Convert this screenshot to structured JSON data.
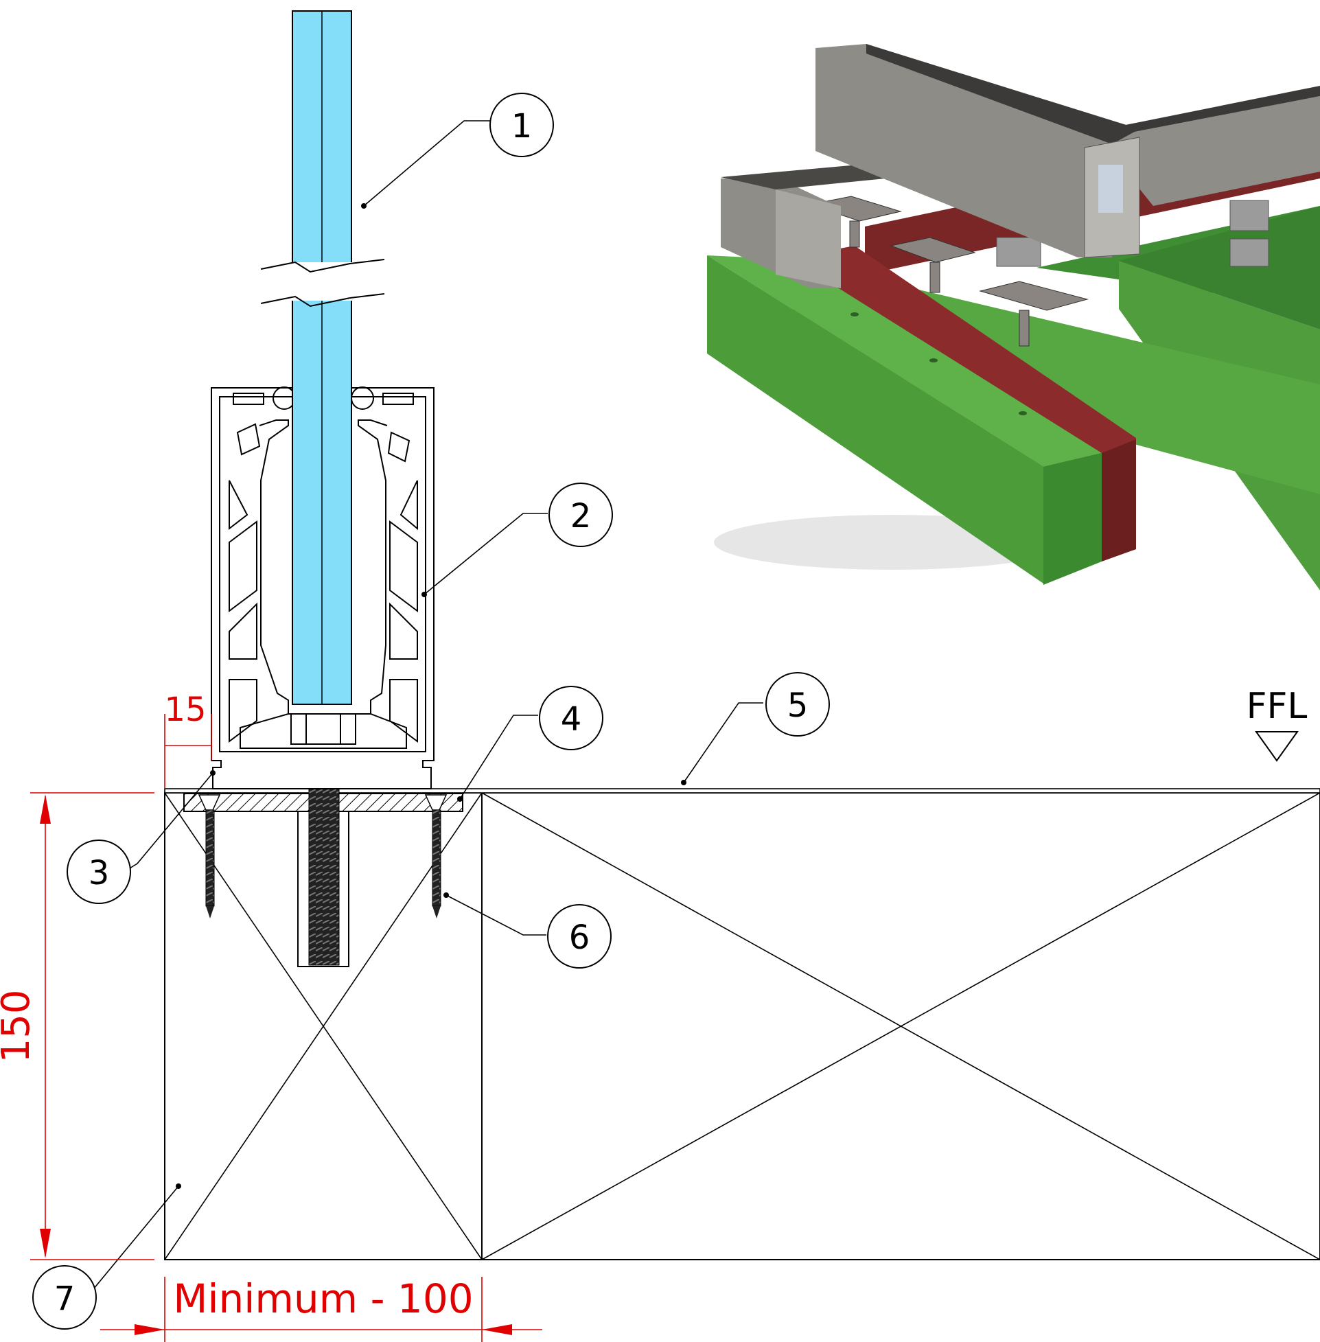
{
  "callouts": {
    "c1": "1",
    "c2": "2",
    "c3": "3",
    "c4": "4",
    "c5": "5",
    "c6": "6",
    "c7": "7"
  },
  "dimensions": {
    "height": "150",
    "offset": "15",
    "width": "Minimum - 100"
  },
  "level_marker": "FFL",
  "colors": {
    "glass": "#84def9",
    "dimension": "#e00000",
    "timber_green": "#4f9a3e",
    "timber_red": "#7f2525",
    "profile_grey": "#8e8c87"
  }
}
